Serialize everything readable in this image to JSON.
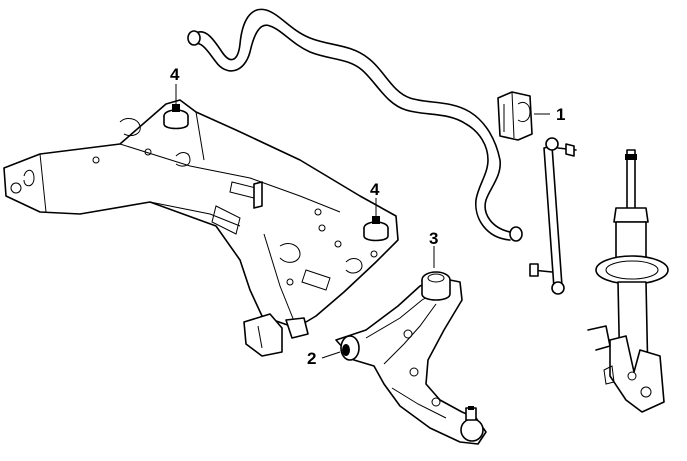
{
  "diagram": {
    "callouts": [
      {
        "id": "c1",
        "label": "1",
        "part": "stabilizer-bushing"
      },
      {
        "id": "c2",
        "label": "2",
        "part": "control-arm-front-bushing"
      },
      {
        "id": "c3",
        "label": "3",
        "part": "control-arm-rear-bushing"
      },
      {
        "id": "c4a",
        "label": "4",
        "part": "subframe-mount-rear"
      },
      {
        "id": "c4b",
        "label": "4",
        "part": "subframe-mount-front"
      }
    ]
  }
}
